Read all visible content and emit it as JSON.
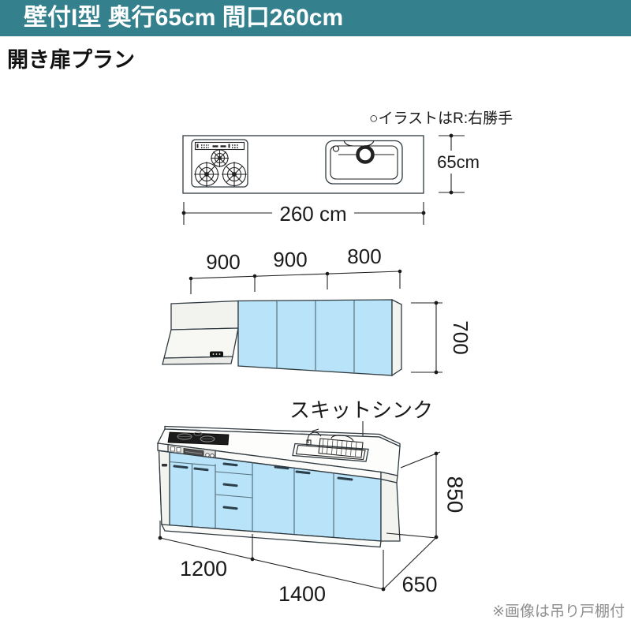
{
  "header": {
    "title": "壁付I型 奥行65cm 間口260cm"
  },
  "subtitle": "開き扉プラン",
  "hand_note": "○イラストはR:右勝手",
  "footnote": "※画像は吊り戸棚付",
  "plan_view": {
    "width_label": "260 cm",
    "depth_label": "65cm"
  },
  "wall_unit": {
    "dim1": "900",
    "dim2": "900",
    "dim3": "800",
    "height": "700"
  },
  "base_unit": {
    "sink_label": "スキットシンク",
    "height": "850",
    "dim_left": "1200",
    "dim_right": "1400",
    "depth": "650"
  },
  "colors": {
    "header_bg": "#35808d",
    "door_blue": "#b9e3f8",
    "line": "#222222",
    "footnote_gray": "#8f8f8f"
  }
}
